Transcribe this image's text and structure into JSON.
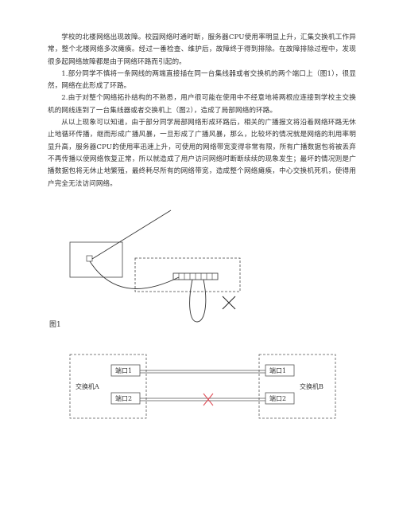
{
  "paragraphs": [
    "学校的北楼网络出现故障。校园网络时通时断，服务器CPU使用率明显上升，汇集交换机工作异常，整个北楼网络多次瘫痪。经过一番检查、维护后，故障终于得到排除。在故障排除过程中，发现很多起网络故障都是由于网络环路而引起的。",
    "1.部分同学不慎将一条网线的两端直接插在同一台集线器或者交换机的两个端口上（图1），很显然，网络在此形成了环路。",
    "2.由于对整个网络拓扑结构的不熟悉，用户很可能在使用中不经意地将两根应连接到学校主交换机的网线连到了一台集线器或者交换机上（图2），造成了局部网络的环路。",
    "从以上现象可以知道，由于部分同学局部网络形成环路后，相关的广播报文将沿着网络环路无休止地循环传播，继而形成广播风暴，一旦形成了广播风暴，那么，比较坏的情况就是网络的利用率明显升高，服务器CPU的使用率迅速上升，可使用的网络带宽变得非常有限，所有广播数据包将被丢弃不再传播以使网络恢复正常，所以就造成了用户访问网络时断断续续的现象发生；最坏的情况则是广播数据包将无休止地繁殖，最终耗尽所有的网络带宽，造成整个网络瘫痪，中心交换机死机，使得用户完全无法访问网络。"
  ],
  "figure1": {
    "caption": "图1"
  },
  "figure2": {
    "switch_a": "交换机A",
    "switch_b": "交换机B",
    "port_a1": "端口1",
    "port_a2": "端口2",
    "port_b1": "端口1",
    "port_b2": "端口2"
  }
}
